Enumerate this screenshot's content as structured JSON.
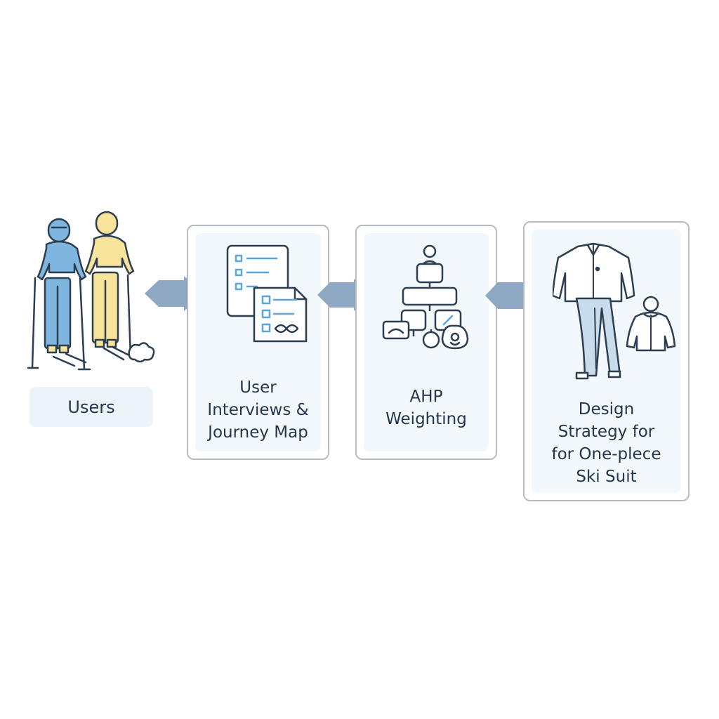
{
  "colors": {
    "outline": "#2c3e50",
    "person_blue": "#7fb6e0",
    "person_yellow": "#f7e39a",
    "accent_blue": "#5ba6d6",
    "arrow": "#8ea8c3",
    "card_border": "#b7bcc2",
    "card_fill": "#f3f8fc",
    "label_fill": "#edf4f9",
    "suit_fill": "#c9dcec"
  },
  "users": {
    "label": "Users",
    "icon": "skiers-icon"
  },
  "steps": [
    {
      "id": "interviews",
      "icon": "checklist-documents-icon",
      "label_lines": [
        "User",
        "Interviews &",
        "Journey Map"
      ]
    },
    {
      "id": "ahp",
      "icon": "hierarchy-tree-icon",
      "label_lines": [
        "AHP",
        "Weighting"
      ]
    },
    {
      "id": "strategy",
      "icon": "ski-suit-icon",
      "label_lines": [
        "Design",
        "Strategy for",
        "for One-plece",
        "Ski Suit"
      ]
    }
  ]
}
